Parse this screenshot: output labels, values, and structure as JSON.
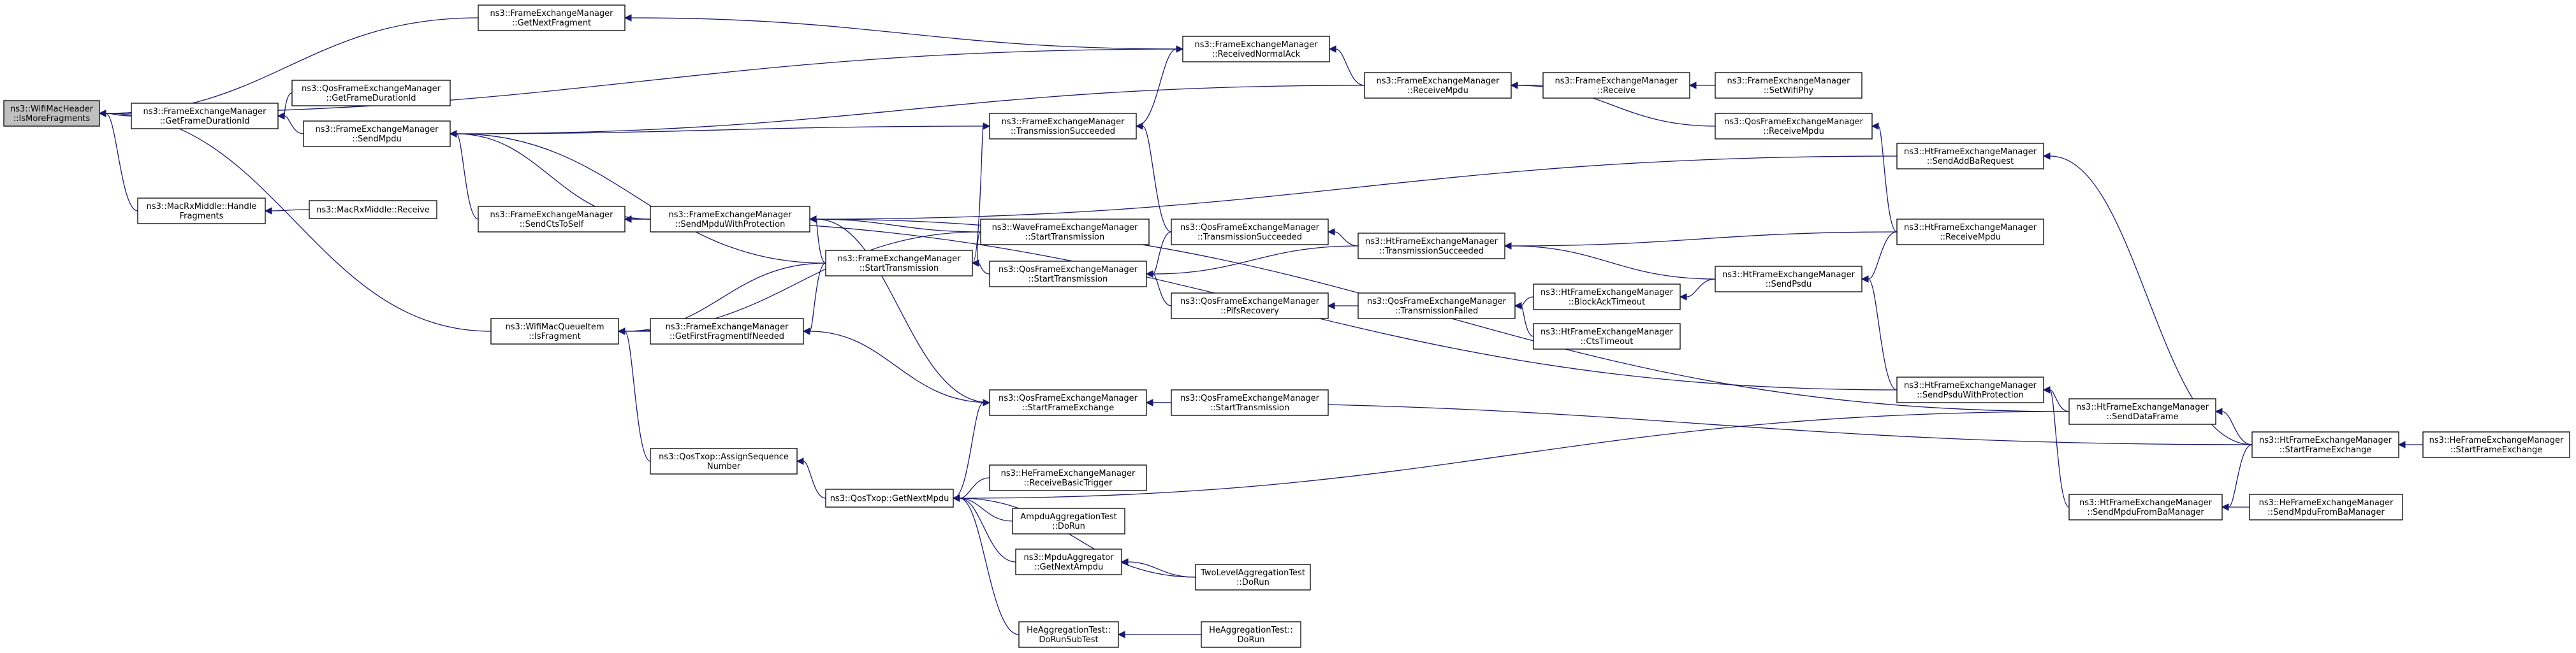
{
  "nodes": [
    {
      "id": "root",
      "lines": [
        "ns3::WifiMacHeader",
        "::IsMoreFragments"
      ],
      "root": true
    },
    {
      "id": "fem_getnextfrag",
      "lines": [
        "ns3::FrameExchangeManager",
        "::GetNextFragment"
      ]
    },
    {
      "id": "fem_recvnormalack",
      "lines": [
        "ns3::FrameExchangeManager",
        "::ReceivedNormalAck"
      ]
    },
    {
      "id": "fem_recvmpdu",
      "lines": [
        "ns3::FrameExchangeManager",
        "::ReceiveMpdu"
      ]
    },
    {
      "id": "fem_receive",
      "lines": [
        "ns3::FrameExchangeManager",
        "::Receive"
      ]
    },
    {
      "id": "fem_setwifiphy",
      "lines": [
        "ns3::FrameExchangeManager",
        "::SetWifiPhy"
      ]
    },
    {
      "id": "qfem_getframedur",
      "lines": [
        "ns3::QosFrameExchangeManager",
        "::GetFrameDurationId"
      ]
    },
    {
      "id": "fem_getframedur",
      "lines": [
        "ns3::FrameExchangeManager",
        "::GetFrameDurationId"
      ]
    },
    {
      "id": "fem_sendmpdu",
      "lines": [
        "ns3::FrameExchangeManager",
        "::SendMpdu"
      ]
    },
    {
      "id": "fem_txsucceeded",
      "lines": [
        "ns3::FrameExchangeManager",
        "::TransmissionSucceeded"
      ]
    },
    {
      "id": "qfem_recvmpdu",
      "lines": [
        "ns3::QosFrameExchangeManager",
        "::ReceiveMpdu"
      ]
    },
    {
      "id": "htfem_sendaddba",
      "lines": [
        "ns3::HtFrameExchangeManager",
        "::SendAddBaRequest"
      ]
    },
    {
      "id": "macrx_handlefrag",
      "lines": [
        "ns3::MacRxMiddle::Handle",
        "Fragments"
      ]
    },
    {
      "id": "macrx_receive",
      "lines": [
        "ns3::MacRxMiddle::Receive"
      ]
    },
    {
      "id": "fem_sendctstoself",
      "lines": [
        "ns3::FrameExchangeManager",
        "::SendCtsToSelf"
      ]
    },
    {
      "id": "fem_sendmpduwithprot",
      "lines": [
        "ns3::FrameExchangeManager",
        "::SendMpduWithProtection"
      ]
    },
    {
      "id": "wfem_starttx",
      "lines": [
        "ns3::WaveFrameExchangeManager",
        "::StartTransmission"
      ]
    },
    {
      "id": "fem_starttx",
      "lines": [
        "ns3::FrameExchangeManager",
        "::StartTransmission"
      ]
    },
    {
      "id": "qfem_txsucceeded",
      "lines": [
        "ns3::QosFrameExchangeManager",
        "::TransmissionSucceeded"
      ]
    },
    {
      "id": "htfem_txsucceeded",
      "lines": [
        "ns3::HtFrameExchangeManager",
        "::TransmissionSucceeded"
      ]
    },
    {
      "id": "htfem_recvmpdu",
      "lines": [
        "ns3::HtFrameExchangeManager",
        "::ReceiveMpdu"
      ]
    },
    {
      "id": "qfem_starttx",
      "lines": [
        "ns3::QosFrameExchangeManager",
        "::StartTransmission"
      ]
    },
    {
      "id": "htfem_sendpsdu",
      "lines": [
        "ns3::HtFrameExchangeManager",
        "::SendPsdu"
      ]
    },
    {
      "id": "wmqi_isfragment",
      "lines": [
        "ns3::WifiMacQueueItem",
        "::IsFragment"
      ]
    },
    {
      "id": "fem_getfirstfrag",
      "lines": [
        "ns3::FrameExchangeManager",
        "::GetFirstFragmentIfNeeded"
      ]
    },
    {
      "id": "qfem_pifsrecovery",
      "lines": [
        "ns3::QosFrameExchangeManager",
        "::PifsRecovery"
      ]
    },
    {
      "id": "qfem_txfailed",
      "lines": [
        "ns3::QosFrameExchangeManager",
        "::TransmissionFailed"
      ]
    },
    {
      "id": "htfem_blockacktimeout",
      "lines": [
        "ns3::HtFrameExchangeManager",
        "::BlockAckTimeout"
      ]
    },
    {
      "id": "htfem_ctstimeout",
      "lines": [
        "ns3::HtFrameExchangeManager",
        "::CtsTimeout"
      ]
    },
    {
      "id": "htfem_sendpsduwithprot",
      "lines": [
        "ns3::HtFrameExchangeManager",
        "::SendPsduWithProtection"
      ]
    },
    {
      "id": "qfem_startframeex",
      "lines": [
        "ns3::QosFrameExchangeManager",
        "::StartFrameExchange"
      ]
    },
    {
      "id": "qfem_starttx2",
      "lines": [
        "ns3::QosFrameExchangeManager",
        "::StartTransmission"
      ]
    },
    {
      "id": "htfem_senddataframe",
      "lines": [
        "ns3::HtFrameExchangeManager",
        "::SendDataFrame"
      ]
    },
    {
      "id": "htfem_startframeex",
      "lines": [
        "ns3::HtFrameExchangeManager",
        "::StartFrameExchange"
      ]
    },
    {
      "id": "hefem_startframeex",
      "lines": [
        "ns3::HeFrameExchangeManager",
        "::StartFrameExchange"
      ]
    },
    {
      "id": "qostxop_assignseq",
      "lines": [
        "ns3::QosTxop::AssignSequence",
        "Number"
      ]
    },
    {
      "id": "qostxop_getnextmpdu",
      "lines": [
        "ns3::QosTxop::GetNextMpdu"
      ]
    },
    {
      "id": "hefem_recvbasictrig",
      "lines": [
        "ns3::HeFrameExchangeManager",
        "::ReceiveBasicTrigger"
      ]
    },
    {
      "id": "ampdu_test_dorun",
      "lines": [
        "AmpduAggregationTest",
        "::DoRun"
      ]
    },
    {
      "id": "mpduagg_getnextampdu",
      "lines": [
        "ns3::MpduAggregator",
        "::GetNextAmpdu"
      ]
    },
    {
      "id": "twolevel_test_dorun",
      "lines": [
        "TwoLevelAggregationTest",
        "::DoRun"
      ]
    },
    {
      "id": "heagg_test_dorunsub",
      "lines": [
        "HeAggregationTest::",
        "DoRunSubTest"
      ]
    },
    {
      "id": "heagg_test_dorun",
      "lines": [
        "HeAggregationTest::",
        "DoRun"
      ]
    },
    {
      "id": "htfem_sendmpdufromba",
      "lines": [
        "ns3::HtFrameExchangeManager",
        "::SendMpduFromBaManager"
      ]
    },
    {
      "id": "hefem_sendmpdufromba",
      "lines": [
        "ns3::HeFrameExchangeManager",
        "::SendMpduFromBaManager"
      ]
    }
  ],
  "edges": [
    [
      "fem_getnextfrag",
      "root"
    ],
    [
      "fem_recvnormalack",
      "root"
    ],
    [
      "fem_recvnormalack",
      "fem_getnextfrag"
    ],
    [
      "fem_recvmpdu",
      "fem_recvnormalack"
    ],
    [
      "fem_receive",
      "fem_recvmpdu"
    ],
    [
      "fem_setwifiphy",
      "fem_receive"
    ],
    [
      "qfem_recvmpdu",
      "fem_recvmpdu"
    ],
    [
      "htfem_recvmpdu",
      "qfem_recvmpdu"
    ],
    [
      "fem_getframedur",
      "root"
    ],
    [
      "qfem_getframedur",
      "fem_getframedur"
    ],
    [
      "fem_sendmpdu",
      "fem_getframedur"
    ],
    [
      "fem_recvmpdu",
      "fem_sendmpdu"
    ],
    [
      "fem_txsucceeded",
      "fem_sendmpdu"
    ],
    [
      "fem_txsucceeded",
      "fem_recvnormalack"
    ],
    [
      "qfem_txsucceeded",
      "fem_txsucceeded"
    ],
    [
      "fem_starttx",
      "fem_txsucceeded"
    ],
    [
      "macrx_handlefrag",
      "root"
    ],
    [
      "macrx_receive",
      "macrx_handlefrag"
    ],
    [
      "wmqi_isfragment",
      "root"
    ],
    [
      "fem_sendctstoself",
      "fem_sendmpdu"
    ],
    [
      "fem_sendmpduwithprot",
      "fem_sendmpdu"
    ],
    [
      "fem_sendmpduwithprot",
      "fem_sendctstoself"
    ],
    [
      "htfem_sendpsduwithprot",
      "fem_sendctstoself"
    ],
    [
      "htfem_sendaddba",
      "fem_sendmpduwithprot"
    ],
    [
      "wfem_starttx",
      "fem_sendmpduwithprot"
    ],
    [
      "fem_starttx",
      "fem_sendmpduwithprot"
    ],
    [
      "htfem_senddataframe",
      "fem_sendmpduwithprot"
    ],
    [
      "qfem_startframeex",
      "fem_sendmpduwithprot"
    ],
    [
      "htfem_startframeex",
      "htfem_sendaddba"
    ],
    [
      "fem_starttx",
      "fem_sendmpdu"
    ],
    [
      "wfem_starttx",
      "fem_starttx"
    ],
    [
      "fem_starttx",
      "wmqi_isfragment"
    ],
    [
      "fem_getfirstfrag",
      "wmqi_isfragment"
    ],
    [
      "fem_starttx",
      "fem_getfirstfrag"
    ],
    [
      "qfem_startframeex",
      "fem_getfirstfrag"
    ],
    [
      "wfem_starttx",
      "wmqi_isfragment"
    ],
    [
      "qfem_starttx",
      "fem_starttx"
    ],
    [
      "htfem_txsucceeded",
      "qfem_txsucceeded"
    ],
    [
      "htfem_txsucceeded",
      "qfem_starttx"
    ],
    [
      "qfem_txsucceeded",
      "qfem_starttx"
    ],
    [
      "qfem_pifsrecovery",
      "qfem_starttx"
    ],
    [
      "htfem_sendpsdu",
      "htfem_txsucceeded"
    ],
    [
      "htfem_recvmpdu",
      "htfem_txsucceeded"
    ],
    [
      "htfem_recvmpdu",
      "htfem_sendpsdu"
    ],
    [
      "qfem_txfailed",
      "qfem_pifsrecovery"
    ],
    [
      "htfem_blockacktimeout",
      "qfem_txfailed"
    ],
    [
      "htfem_ctstimeout",
      "qfem_txfailed"
    ],
    [
      "htfem_sendpsdu",
      "htfem_blockacktimeout"
    ],
    [
      "htfem_sendpsduwithprot",
      "htfem_sendpsdu"
    ],
    [
      "htfem_senddataframe",
      "htfem_sendpsduwithprot"
    ],
    [
      "htfem_sendmpdufromba",
      "htfem_sendpsduwithprot"
    ],
    [
      "qostxop_assignseq",
      "wmqi_isfragment"
    ],
    [
      "qostxop_getnextmpdu",
      "qostxop_assignseq"
    ],
    [
      "qfem_starttx2",
      "qfem_startframeex"
    ],
    [
      "qostxop_getnextmpdu",
      "qfem_startframeex"
    ],
    [
      "htfem_startframeex",
      "qfem_startframeex"
    ],
    [
      "htfem_startframeex",
      "htfem_senddataframe"
    ],
    [
      "htfem_startframeex",
      "htfem_sendmpdufromba"
    ],
    [
      "hefem_startframeex",
      "htfem_startframeex"
    ],
    [
      "hefem_sendmpdufromba",
      "htfem_sendmpdufromba"
    ],
    [
      "htfem_senddataframe",
      "qostxop_getnextmpdu"
    ],
    [
      "hefem_recvbasictrig",
      "qostxop_getnextmpdu"
    ],
    [
      "ampdu_test_dorun",
      "qostxop_getnextmpdu"
    ],
    [
      "mpduagg_getnextampdu",
      "qostxop_getnextmpdu"
    ],
    [
      "twolevel_test_dorun",
      "qostxop_getnextmpdu"
    ],
    [
      "twolevel_test_dorun",
      "mpduagg_getnextampdu"
    ],
    [
      "heagg_test_dorunsub",
      "qostxop_getnextmpdu"
    ],
    [
      "heagg_test_dorun",
      "heagg_test_dorunsub"
    ]
  ]
}
